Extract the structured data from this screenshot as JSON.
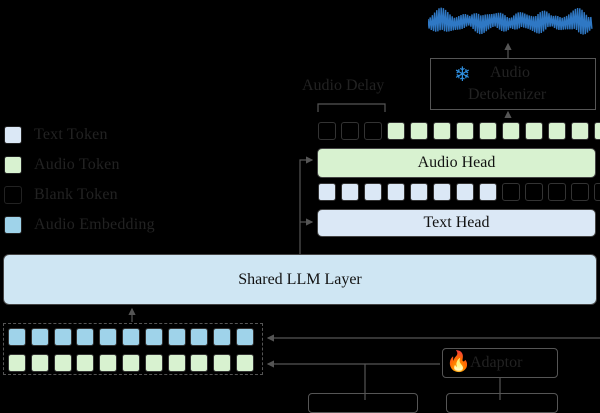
{
  "colors": {
    "text_token": "#dbe8f6",
    "audio_token": "#d8f2d0",
    "blank_token": "#000000",
    "audio_embedding": "#9fd3ea",
    "shared_llm": "#cfe6f3",
    "audio_head": "#d8f2d0",
    "text_head": "#dbe8f6",
    "waveform": "#2f78c4",
    "snowflake": "#2f8fe0"
  },
  "legend": [
    {
      "label": "Text Token",
      "token": "text"
    },
    {
      "label": "Audio Token",
      "token": "audio"
    },
    {
      "label": "Blank Token",
      "token": "blank"
    },
    {
      "label": "Audio Embedding",
      "token": "embedding"
    }
  ],
  "labels": {
    "audio_delay": "Audio Delay",
    "audio_detokenizer_line1": "Audio",
    "audio_detokenizer_line2": "Detokenizer",
    "audio_head": "Audio Head",
    "text_head": "Text Head",
    "shared_llm": "Shared LLM Layer",
    "adaptor": "Adaptor"
  },
  "icons": {
    "detokenizer_icon": "snowflake-icon",
    "adaptor_icon": "fire-icon",
    "waveform": "audio-waveform-icon"
  },
  "audio_head_output_tokens": [
    "blank",
    "blank",
    "blank",
    "audio",
    "audio",
    "audio",
    "audio",
    "audio",
    "audio",
    "audio",
    "audio",
    "audio",
    "audio"
  ],
  "text_head_output_tokens": [
    "text",
    "text",
    "text",
    "text",
    "text",
    "text",
    "text",
    "text",
    "blank",
    "blank",
    "blank",
    "blank",
    "blank"
  ],
  "input_rows": [
    [
      "embedding",
      "embedding",
      "embedding",
      "embedding",
      "embedding",
      "embedding",
      "embedding",
      "embedding",
      "embedding",
      "embedding",
      "embedding"
    ],
    [
      "audio",
      "audio",
      "audio",
      "audio",
      "audio",
      "audio",
      "audio",
      "audio",
      "audio",
      "audio",
      "audio"
    ]
  ]
}
